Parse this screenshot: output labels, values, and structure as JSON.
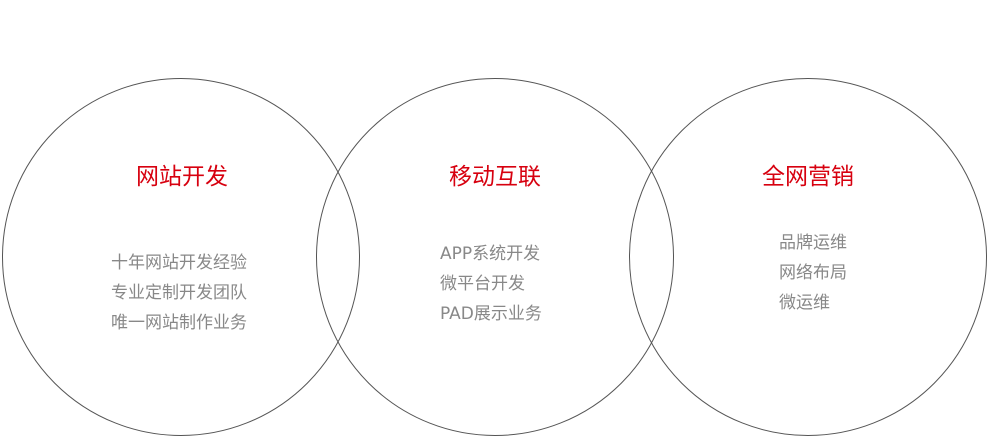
{
  "services": [
    {
      "title": "网站开发",
      "items": [
        "十年网站开发经验",
        "专业定制开发团队",
        "唯一网站制作业务"
      ]
    },
    {
      "title": "移动互联",
      "items": [
        "APP系统开发",
        "微平台开发",
        "PAD展示业务"
      ]
    },
    {
      "title": "全网营销",
      "items": [
        "品牌运维",
        "网络布局",
        "微运维"
      ]
    }
  ],
  "colors": {
    "title": "#d7000f",
    "text": "#888888",
    "circle": "#555555"
  }
}
